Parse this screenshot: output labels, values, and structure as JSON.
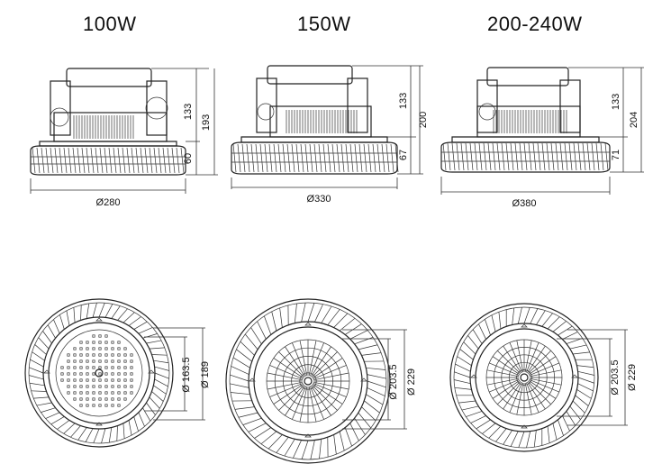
{
  "models": [
    {
      "title": "100W",
      "height": "133",
      "total": "193",
      "base": "60",
      "diameter": "Ø280",
      "inner_d": "Ø 163.5",
      "outer_d": "Ø 189"
    },
    {
      "title": "150W",
      "height": "133",
      "total": "200",
      "base": "67",
      "diameter": "Ø330",
      "inner_d": "Ø 203.5",
      "outer_d": "Ø 229"
    },
    {
      "title": "200-240W",
      "height": "133",
      "total": "204",
      "base": "71",
      "diameter": "Ø380",
      "inner_d": "Ø 203.5",
      "outer_d": "Ø 229"
    }
  ]
}
